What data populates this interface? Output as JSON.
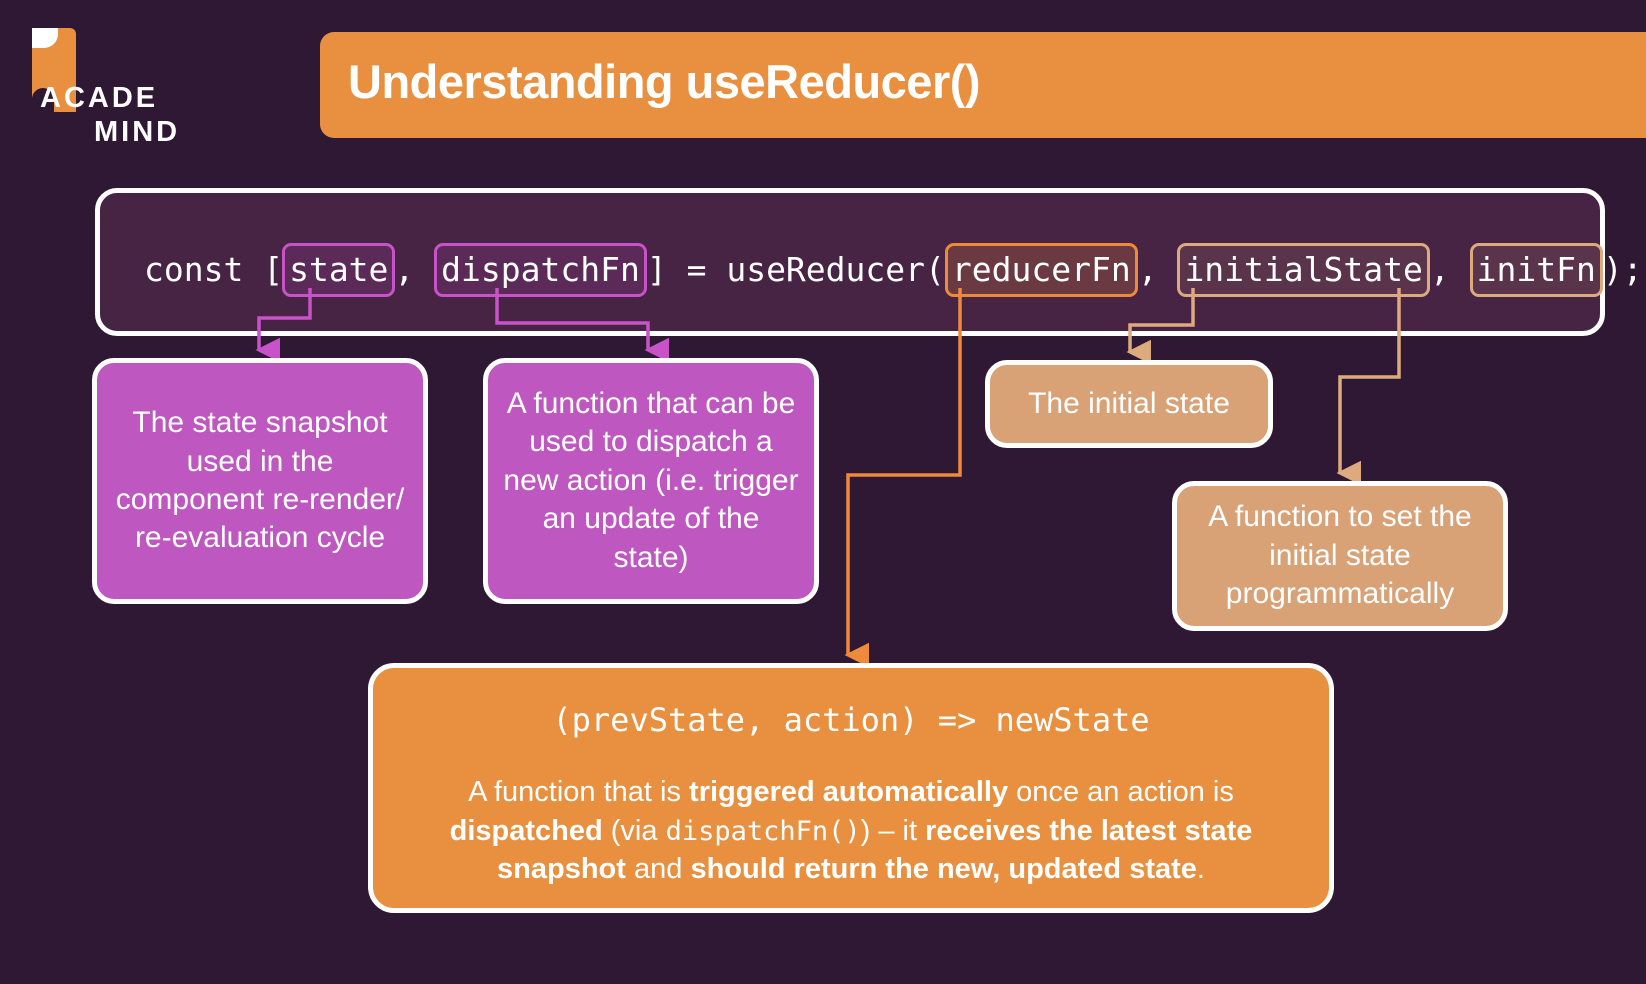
{
  "page": {
    "background_color": "#2f1833",
    "accent_orange": "#e8903f",
    "accent_purple": "#bf57c0",
    "accent_tan": "#d9a176",
    "code_panel_bg": "#472344"
  },
  "logo": {
    "line1": "ACADE",
    "line2": "MIND",
    "mark_name": "academind-bookmark-mark"
  },
  "header": {
    "title": "Understanding useReducer()"
  },
  "code": {
    "prefix": "const [",
    "token_state": "state",
    "sep1": ", ",
    "token_dispatch": "dispatchFn",
    "mid": "] = useReducer(",
    "token_reducer": "reducerFn",
    "sep2": ", ",
    "token_initial": "initialState",
    "sep3": ", ",
    "token_initfn": "initFn",
    "suffix": ");"
  },
  "callouts": {
    "state": "The state snapshot used in the component re-render/ re-evaluation cycle",
    "dispatch": "A function that can be used to dispatch a new action (i.e. trigger an update of the state)",
    "initial_state": "The initial state",
    "init_fn": "A function to set the initial state programmatically",
    "reducer_signature": "(prevState, action) => newState",
    "reducer_desc_parts": {
      "p1": "A function that is ",
      "b1": "triggered automatically",
      "p2": " once an action is ",
      "b2": "dispatched",
      "p3": " (via ",
      "mono1": "dispatchFn()",
      "p4": ") – it ",
      "b3": "receives the latest state snapshot",
      "p5": " and ",
      "b4": "should return the new, updated state",
      "p6": "."
    }
  }
}
